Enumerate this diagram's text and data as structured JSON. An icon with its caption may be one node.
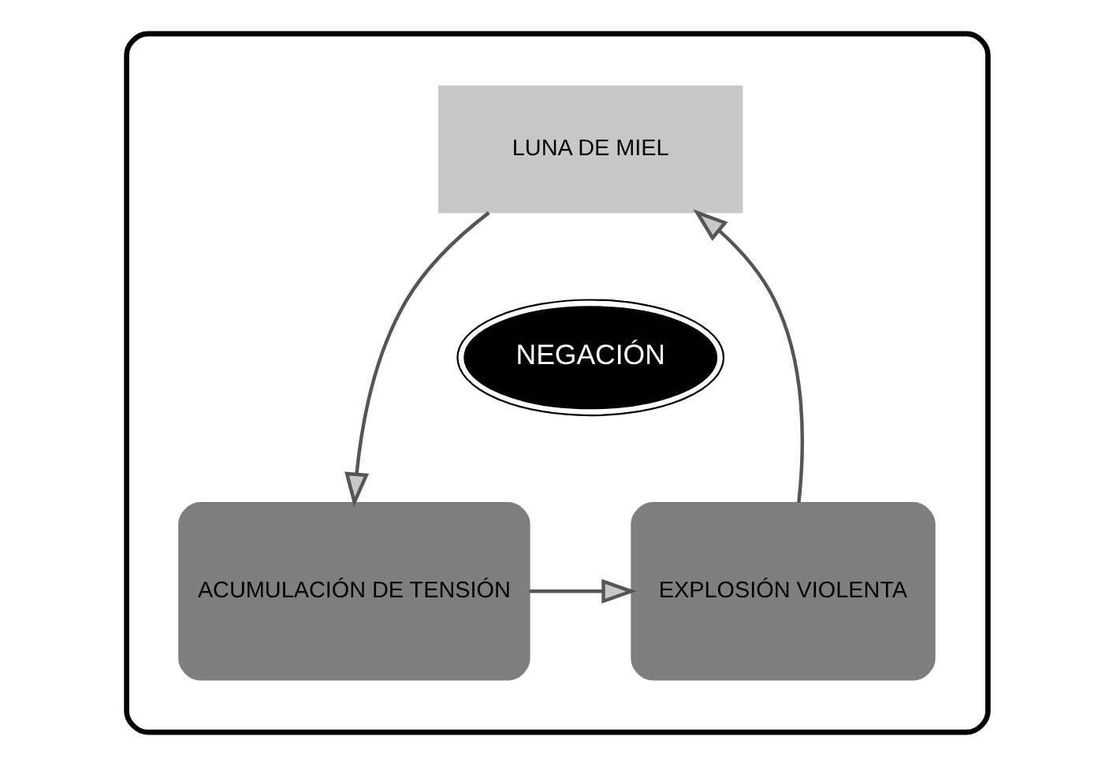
{
  "diagram": {
    "nodes": [
      {
        "text": [],
        "shape": "ellipse"
      },
      {
        "text": [
          "LUNA DE MIEL"
        ],
        "in": 0
      },
      {
        "text": [
          "ACUMULACIÓN DE TENSIÓN"
        ],
        "in": 0
      },
      {
        "text": [
          "EXPLOSIÓN VIOLENTA"
        ],
        "in": 0
      },
      {
        "text": [
          "NEGACIÓN"
        ],
        "in": 0
      }
    ],
    "edges": [
      {
        "from": 1,
        "to": 2,
        "arrow": "to"
      },
      {
        "from": 2,
        "to": 3,
        "arrow": "to"
      },
      {
        "from": 3,
        "to": 1,
        "arrow": "to"
      }
    ]
  }
}
